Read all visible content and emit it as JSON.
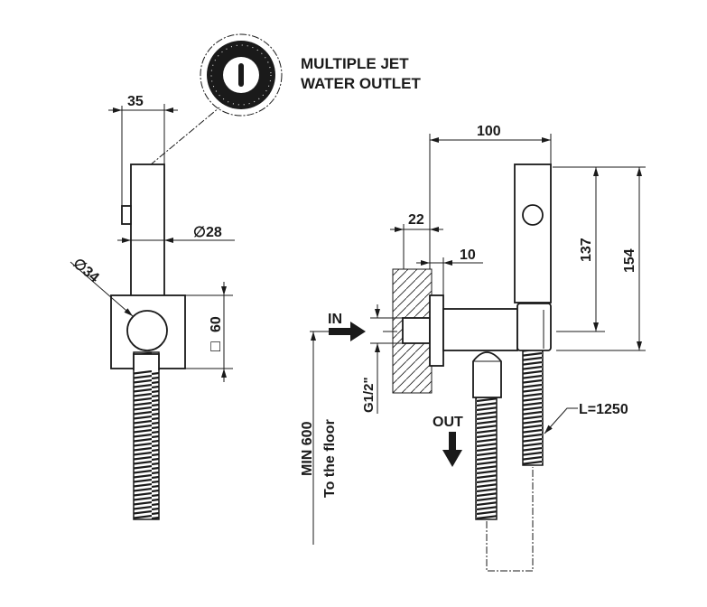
{
  "callout": {
    "line1": "MULTIPLE JET",
    "line2": "WATER OUTLET"
  },
  "front_view": {
    "width_dim": "35",
    "body_diameter": "∅28",
    "holder_diameter": "∅34",
    "plate_size": "60",
    "plate_symbol": "□"
  },
  "side_view": {
    "depth_dim": "100",
    "wall_dim": "22",
    "flange_dim": "10",
    "height_137": "137",
    "height_154": "154",
    "inlet_label": "IN",
    "outlet_label": "OUT",
    "thread_label": "G1/2\"",
    "min_height": "MIN 600",
    "floor_note": "To the floor",
    "hose_length": "L=1250"
  },
  "colors": {
    "ink": "#1a1a1a",
    "background": "#ffffff"
  }
}
